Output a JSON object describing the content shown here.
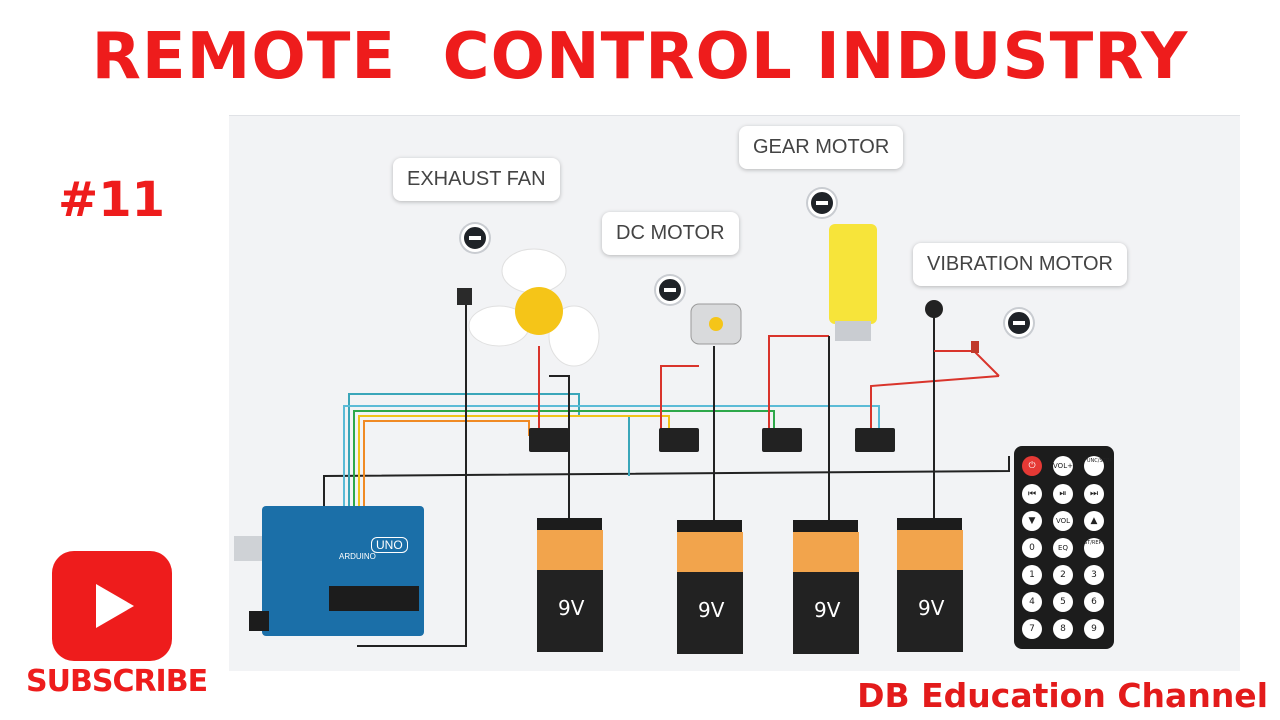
{
  "title": "REMOTE  CONTROL INDUSTRY",
  "episode": "#11",
  "labels": {
    "exhaust_fan": "EXHAUST FAN",
    "dc_motor": "DC MOTOR",
    "gear_motor": "GEAR MOTOR",
    "vibration_motor": "VIBRATION MOTOR"
  },
  "batteries": [
    "9V",
    "9V",
    "9V",
    "9V"
  ],
  "arduino": {
    "brand": "UNO",
    "model": "ARDUINO"
  },
  "remote": {
    "top_row": [
      "VOL+",
      "FUNC/STOP"
    ],
    "mid_row": [
      "VOL"
    ],
    "eq_row": [
      "0",
      "EQ",
      "ST/REPT"
    ],
    "digits": [
      "1",
      "2",
      "3",
      "4",
      "5",
      "6",
      "7",
      "8",
      "9"
    ]
  },
  "subscribe": "SUBSCRIBE",
  "channel": "DB Education Channel",
  "colors": {
    "title": "#ee1c1c",
    "battery_top": "#f2a44c",
    "battery_body": "#222222",
    "fan": "#f5c518",
    "gear_motor": "#f7e43a",
    "arduino": "#1b6fa8"
  }
}
